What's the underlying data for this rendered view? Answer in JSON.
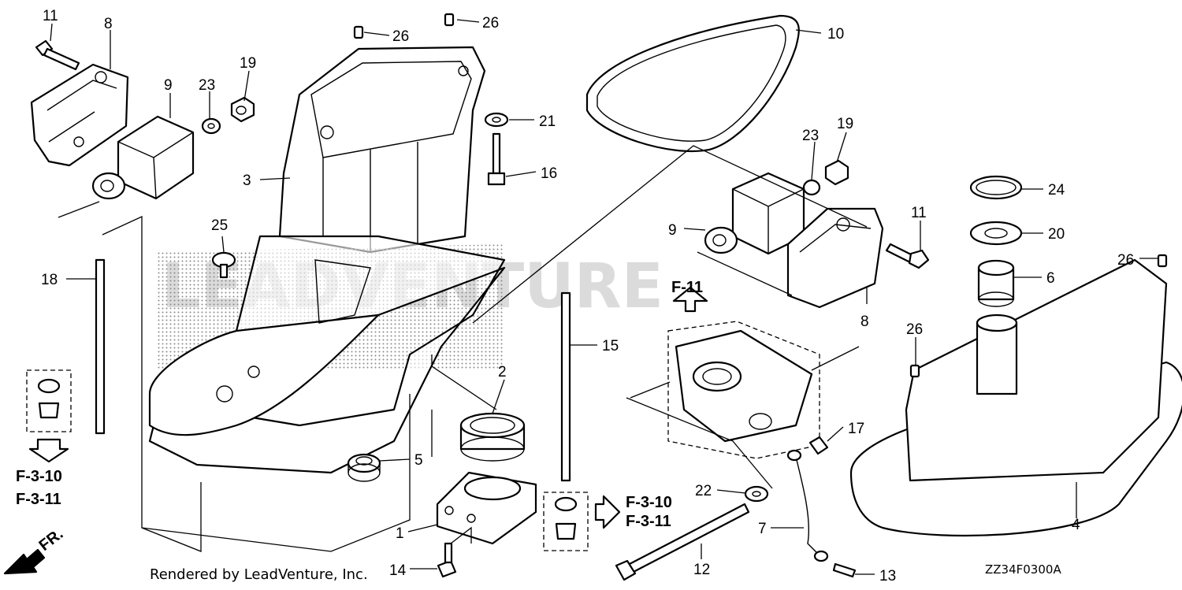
{
  "diagram": {
    "callouts": [
      {
        "id": "c11a",
        "label": "11"
      },
      {
        "id": "c8a",
        "label": "8"
      },
      {
        "id": "c9a",
        "label": "9"
      },
      {
        "id": "c23a",
        "label": "23"
      },
      {
        "id": "c19a",
        "label": "19"
      },
      {
        "id": "c26a",
        "label": "26"
      },
      {
        "id": "c26b",
        "label": "26"
      },
      {
        "id": "c10",
        "label": "10"
      },
      {
        "id": "c21",
        "label": "21"
      },
      {
        "id": "c3",
        "label": "3"
      },
      {
        "id": "c16",
        "label": "16"
      },
      {
        "id": "c23b",
        "label": "23"
      },
      {
        "id": "c19b",
        "label": "19"
      },
      {
        "id": "c24",
        "label": "24"
      },
      {
        "id": "c25",
        "label": "25"
      },
      {
        "id": "c9b",
        "label": "9"
      },
      {
        "id": "c11b",
        "label": "11"
      },
      {
        "id": "c20",
        "label": "20"
      },
      {
        "id": "c18",
        "label": "18"
      },
      {
        "id": "c26c",
        "label": "26"
      },
      {
        "id": "c6",
        "label": "6"
      },
      {
        "id": "c8b",
        "label": "8"
      },
      {
        "id": "c15",
        "label": "15"
      },
      {
        "id": "c26d",
        "label": "26"
      },
      {
        "id": "c2",
        "label": "2"
      },
      {
        "id": "c17",
        "label": "17"
      },
      {
        "id": "c5",
        "label": "5"
      },
      {
        "id": "c22",
        "label": "22"
      },
      {
        "id": "c1",
        "label": "1"
      },
      {
        "id": "c7",
        "label": "7"
      },
      {
        "id": "c4",
        "label": "4"
      },
      {
        "id": "c12",
        "label": "12"
      },
      {
        "id": "c14",
        "label": "14"
      },
      {
        "id": "c13",
        "label": "13"
      }
    ],
    "references": {
      "f11": "F-11",
      "left_a": "F-3-10",
      "left_b": "F-3-11",
      "right_a": "F-3-10",
      "right_b": "F-3-11"
    },
    "front_marker": "FR.",
    "credit": "Rendered by LeadVenture, Inc.",
    "diagram_code": "ZZ34F0300A",
    "watermark_sub": "LEADVENTURE"
  }
}
